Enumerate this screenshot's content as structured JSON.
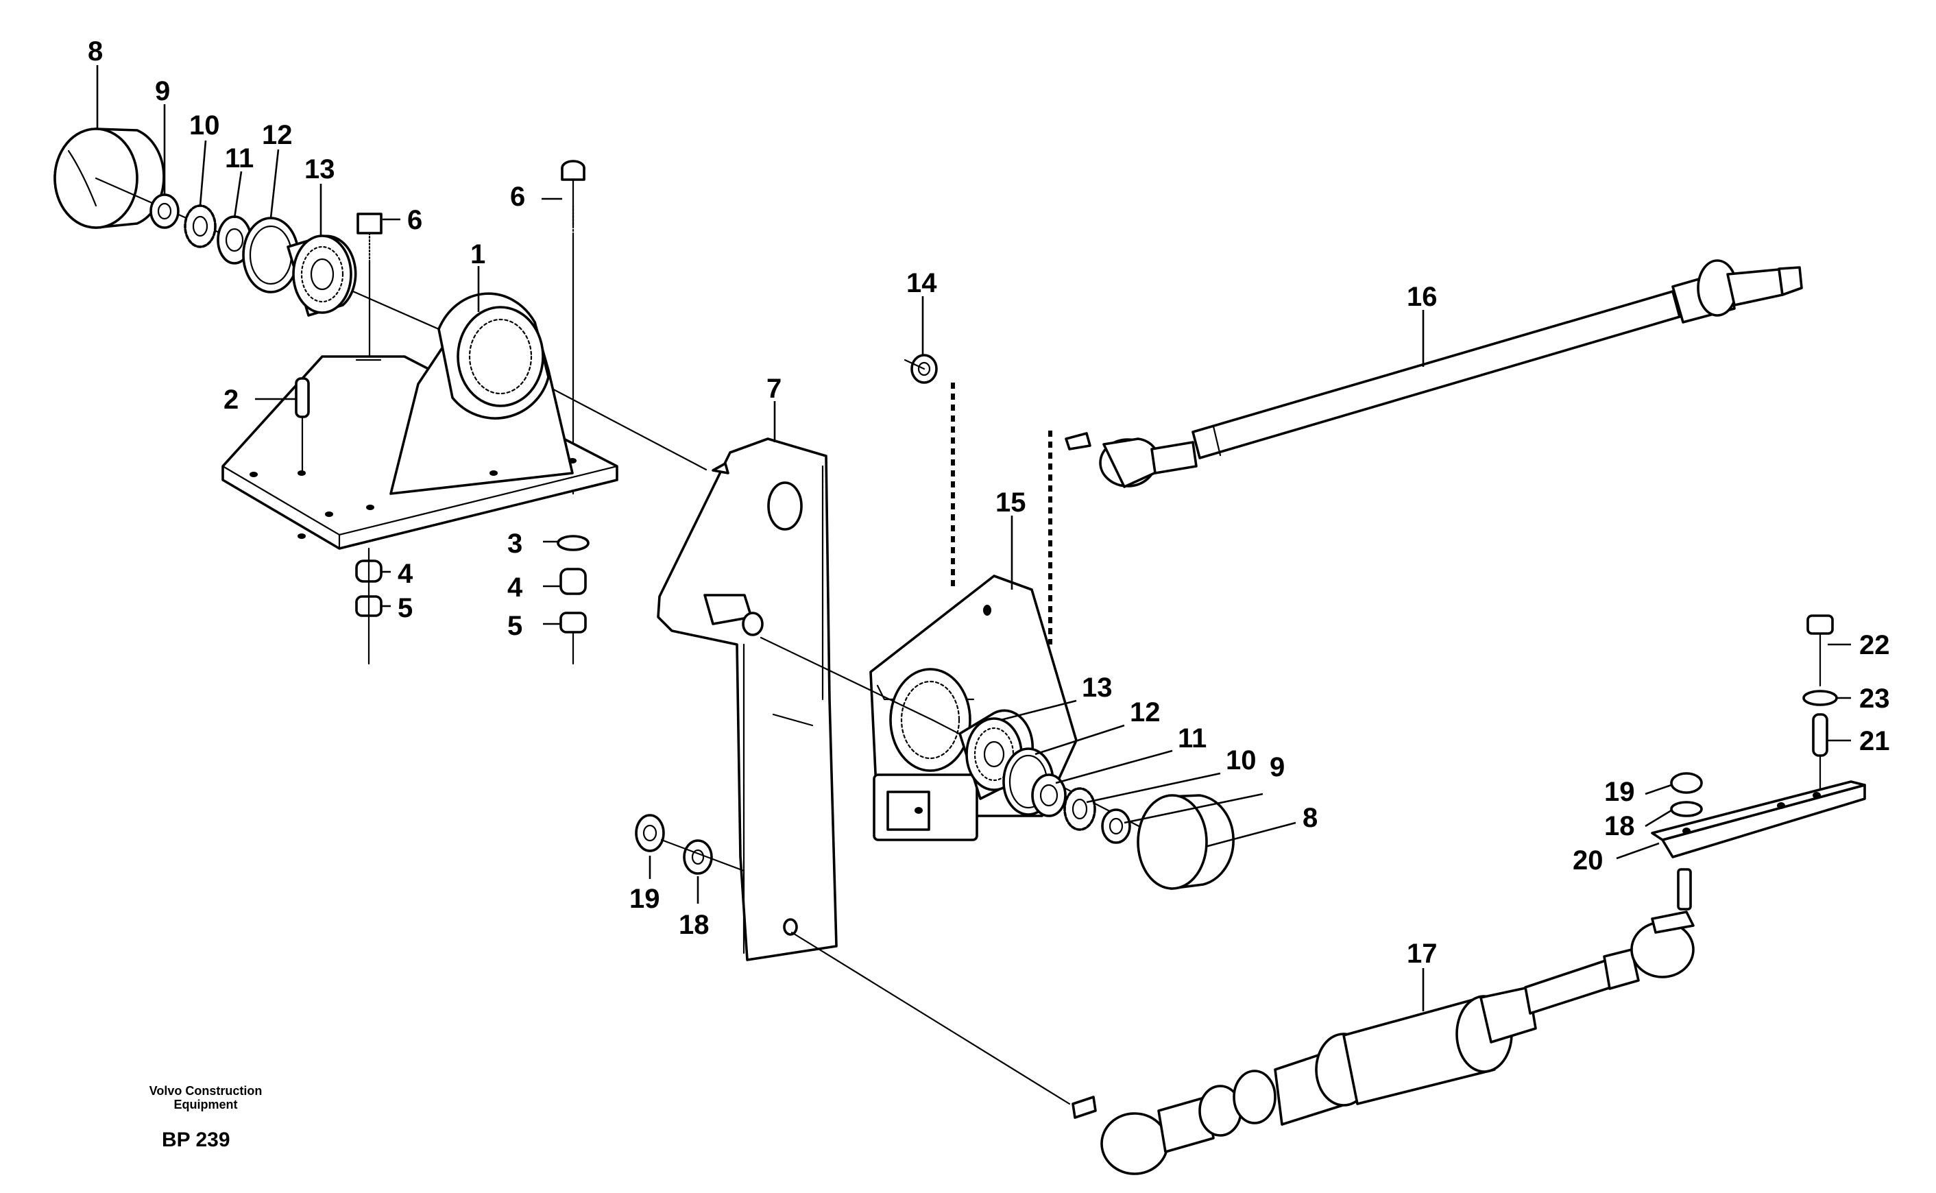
{
  "diagram": {
    "footer": {
      "manufacturer_line1": "Volvo Construction",
      "manufacturer_line2": "Equipment",
      "page_code": "BP 239"
    },
    "callouts": {
      "c1": "1",
      "c2": "2",
      "c3": "3",
      "c4a": "4",
      "c4b": "4",
      "c5a": "5",
      "c5b": "5",
      "c6a": "6",
      "c6b": "6",
      "c7": "7",
      "c8a": "8",
      "c8b": "8",
      "c9a": "9",
      "c9b": "9",
      "c10a": "10",
      "c10b": "10",
      "c11a": "11",
      "c11b": "11",
      "c12a": "12",
      "c12b": "12",
      "c13a": "13",
      "c13b": "13",
      "c14": "14",
      "c15": "15",
      "c16": "16",
      "c17": "17",
      "c18a": "18",
      "c18b": "18",
      "c19a": "19",
      "c19b": "19",
      "c20": "20",
      "c21": "21",
      "c22": "22",
      "c23": "23"
    }
  }
}
